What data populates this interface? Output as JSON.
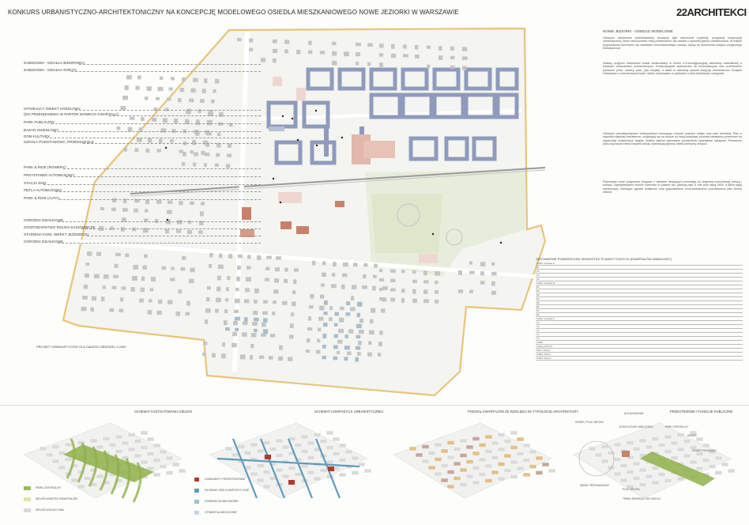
{
  "header": {
    "title": "KONKURS URBANISTYCZNO-ARCHITEKTONICZNY NA KONCEPCJĘ MODELOWEGO OSIEDLA MIESZKANIOWEGO NOWE JEZIORKI W WARSZAWIE",
    "logo": "22ARCHITEKCI"
  },
  "plan": {
    "labels": [
      "ZABUDOWA - DZIAŁKA BIEDRONKA",
      "ZABUDOWA - DZIAŁKA ROBYG",
      "ISTNIEJĄCY OBIEKT HANDLOWY",
      "(DO PRZENIESIENIA W PARTER NOWEGO KWARTAŁU)",
      "PARK PUBLICZNY",
      "BAZAR OSIEDLOWY",
      "DOM KULTURY",
      "SZKOŁA PODSTAWOWA, PRZEDSZKOLE",
      "PARK & RIDE (ROWERY)",
      "PRZYSTANEK AUTOBUSOWY",
      "STACJA SKM",
      "PĘTLA AUTOBUSOWA",
      "PARK & RIDE (AUTA)",
      "OGRÓDKI DZIAŁKOWE",
      "GOSPODARSTWO ROLNO-SADOWNICZE",
      "STADNINA KONI, OBIEKT JEŹDZIECKI",
      "OGRÓDKI DZIAŁKOWE"
    ],
    "footnote": "PROJEKT URBANISTYCZNY DLA CAŁEGO OBSZARU 1:2000"
  },
  "description": {
    "heading": "NOWE JEZIORKI - OSIEDLE MODELOWE",
    "p1": "Głównym założeniem przedstawianej koncepcji było stworzenie czytelnej, przyjaznej kompozycji urbanistycznej, która równocześnie ramy przestrzenne dla osiedla o wysokiej jakości zamieszkania. W trakcie projektowania kierowano się zasadami zrównoważonego rozwoju, dążąc do stworzenia miejsca przyjaznego mieszkańcom.",
    "p2": "Zadany program inwestorski został zrealizowany w formie 4-5-kondygnacyjnej zabudowy kwartałowej o lokalnym dominantami przestrzennymi. Kompozycyjnie wytworzona oś komunikacyjna oraz przestrzenie publiczne (ulice, skwery, park, plac miejski), a także w naturalny sposób integruje mieszkańców. Budynki mieszkalne o zróżnicowanej bryle i detalu usytuowano w parterach o sieci handlowej i usługowej.",
    "p3": "Głównym przedsięwzięciem funkcjonalnym tworzącym zespołu ważnym miejsc oraz park centralny. Plac w wysokiej miejskiej charakterze, znajdujący się na drodze do stacji kolejowej, posiada zadaszony przestrzeń do organizacji codziennych targów. Wzdłuż placów planowane przestrzenie kwartałowe usługowe. Przestrzeń placu wyznacza ramy budynek szkoły, stanowiący główny obiekt publiczny zespołu.",
    "p4": "Planowane nowe połączenia drogowe z układem istniejącym pozwalają na dogodną komunikację pieszą i kołową. Zaprojektowano ścieżki rowerowe w pasach ulic, parking park & ride przy stacji SKM, a także pętlę autobusową. Istniejące ogródki działkowe oraz gospodarstwo rolno-sadownicze pozostawiono jako tereny zielone."
  },
  "table": {
    "title": "ZESTAWIENIE POWIERZCHNI JEDNOSTEK PLANISTYCZNYCH (KWARTAŁÓW ZABUDOWY)",
    "rows": [
      "SUMA: Kwartały A",
      "A1",
      "A2",
      "A3",
      "A4",
      "SUMA: Kwartały B",
      "B1",
      "B2",
      "B3",
      "B4",
      "B5",
      "B6",
      "B7",
      "B8",
      "SUMA: Kwartały C",
      "C1",
      "C2",
      "C3",
      "C4",
      "C5",
      "SUMA",
      "Usługi publiczne",
      "Parki i skwery",
      "SUMA: Zieleń",
      "SUMA: Razem"
    ]
  },
  "diagrams": [
    {
      "caption": "SCHEMAT KSZTAŁTOWANIA ZIELENI",
      "legend": [
        "PARK CENTRALNY",
        "ZIELEŃ WNĘTRZ KWARTAŁÓW",
        "ZIELEŃ IZOLACYJNA"
      ]
    },
    {
      "caption": "SCHEMAT KOMPOZYCJI URBANISTYCZNEJ",
      "legend": [
        "DOMINANTY PRZESTRZENNE",
        "GŁÓWNE OSIE KOMPOZYCYJNE",
        "DOMINACJA WIDOKOWE",
        "OTWARCIA WIDOKOWE"
      ]
    },
    {
      "caption": "PODZIAŁ KWARTAŁÓW ZE WZGLĘDU NA TYPOLOGIĘ ARCHITEKTURY",
      "legend": []
    },
    {
      "caption": "PRZESTRZENIE I FUNKCJE PUBLICZNE",
      "legend": [
        "SKWER / PLAC MIEJSKI",
        "ALEJA BUKOWA",
        "DOM KULTURY BIBLIOTEKA",
        "PARK CENTRALNY",
        "SKWER",
        "SKWER POLNOCNY",
        "WĘZEŁ PRZESIADKOWY",
        "PLAC MIEJSKI",
        "TEREN REKREACYJNY SZKOŁY"
      ]
    }
  ],
  "colors": {
    "boundary": "#e8c47a",
    "blocks": "#8f9bbd",
    "orange": "#c9826a",
    "lightGreen": "#e4ecd5",
    "green": "#8fb04a",
    "gray": "#c5c5c5"
  }
}
